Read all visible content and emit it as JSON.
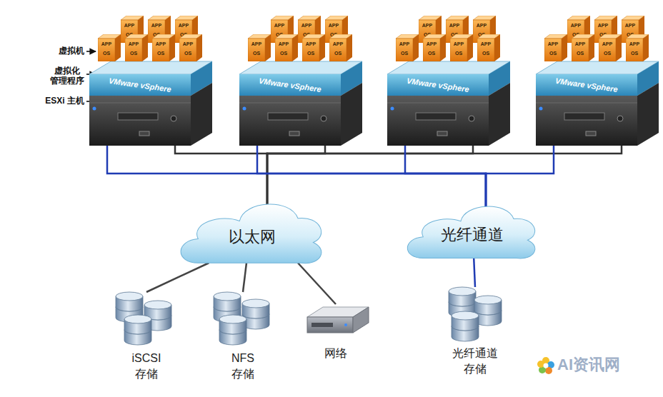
{
  "diagram": {
    "nodes": [
      {
        "text": [
          "VMware vSphere"
        ]
      },
      {
        "text": [
          "APP",
          "OS"
        ],
        "in": 0
      },
      {
        "text": [
          "APP",
          "OS"
        ],
        "in": 0
      },
      {
        "text": [
          "APP",
          "OS"
        ],
        "in": 0
      },
      {
        "text": [
          "APP",
          "OS"
        ],
        "in": 0
      },
      {
        "text": [
          "APP",
          "OS"
        ],
        "in": 0
      },
      {
        "text": [
          "APP",
          "OS"
        ],
        "in": 0
      },
      {
        "text": [
          "APP",
          "OS"
        ],
        "in": 0
      },
      {
        "text": [
          "VMware vSphere"
        ]
      },
      {
        "text": [
          "APP",
          "OS"
        ],
        "in": 8
      },
      {
        "text": [
          "APP",
          "OS"
        ],
        "in": 8
      },
      {
        "text": [
          "APP",
          "OS"
        ],
        "in": 8
      },
      {
        "text": [
          "APP",
          "OS"
        ],
        "in": 8
      },
      {
        "text": [
          "APP",
          "OS"
        ],
        "in": 8
      },
      {
        "text": [
          "APP",
          "OS"
        ],
        "in": 8
      },
      {
        "text": [
          "APP",
          "OS"
        ],
        "in": 8
      },
      {
        "text": [
          "VMware vSphere"
        ]
      },
      {
        "text": [
          "APP",
          "OS"
        ],
        "in": 16
      },
      {
        "text": [
          "APP",
          "OS"
        ],
        "in": 16
      },
      {
        "text": [
          "APP",
          "OS"
        ],
        "in": 16
      },
      {
        "text": [
          "APP",
          "OS"
        ],
        "in": 16
      },
      {
        "text": [
          "APP",
          "OS"
        ],
        "in": 16
      },
      {
        "text": [
          "APP",
          "OS"
        ],
        "in": 16
      },
      {
        "text": [
          "APP",
          "OS"
        ],
        "in": 16
      },
      {
        "text": [
          "VMware vSphere"
        ]
      },
      {
        "text": [
          "APP",
          "OS"
        ],
        "in": 24
      },
      {
        "text": [
          "APP",
          "OS"
        ],
        "in": 24
      },
      {
        "text": [
          "APP",
          "OS"
        ],
        "in": 24
      },
      {
        "text": [
          "APP",
          "OS"
        ],
        "in": 24
      },
      {
        "text": [
          "APP",
          "OS"
        ],
        "in": 24
      },
      {
        "text": [
          "APP",
          "OS"
        ],
        "in": 24
      },
      {
        "text": [
          "APP",
          "OS"
        ],
        "in": 24
      },
      {
        "text": [
          "以太网"
        ]
      },
      {
        "text": [
          "光纤通道"
        ]
      },
      {
        "text": [
          "iSCSI 存储"
        ]
      },
      {
        "text": [
          "NFS 存储"
        ]
      },
      {
        "text": [
          "网络"
        ]
      },
      {
        "text": [
          "光纤通道 存储"
        ]
      }
    ],
    "edges": [
      {
        "from": 0,
        "to": 32,
        "arrow": "none"
      },
      {
        "from": 8,
        "to": 32,
        "arrow": "none"
      },
      {
        "from": 16,
        "to": 32,
        "arrow": "none"
      },
      {
        "from": 24,
        "to": 32,
        "arrow": "none"
      },
      {
        "from": 0,
        "to": 33,
        "arrow": "none"
      },
      {
        "from": 8,
        "to": 33,
        "arrow": "none"
      },
      {
        "from": 16,
        "to": 33,
        "arrow": "none"
      },
      {
        "from": 24,
        "to": 33,
        "arrow": "none"
      },
      {
        "from": 32,
        "to": 34,
        "arrow": "none"
      },
      {
        "from": 32,
        "to": 35,
        "arrow": "none"
      },
      {
        "from": 32,
        "to": 36,
        "arrow": "none"
      },
      {
        "from": 33,
        "to": 37,
        "arrow": "none"
      }
    ],
    "labels": [
      "虚拟机",
      "虚拟化 管理程序",
      "ESXi 主机",
      "AI资讯网"
    ]
  }
}
